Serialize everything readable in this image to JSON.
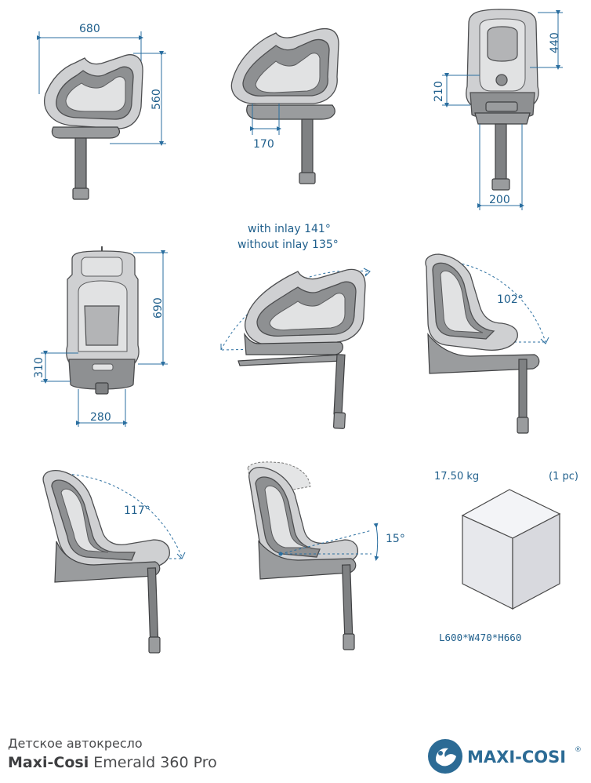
{
  "dimensions": {
    "width_top": "680",
    "height_side": "560",
    "depth_side": "170",
    "height_harness": "440",
    "seat_height_front": "210",
    "base_width": "200",
    "height_extended": "690",
    "seat_height_booster": "310",
    "seat_width": "280"
  },
  "recline": {
    "inlay_with": "with inlay 141°",
    "inlay_without": "without inlay 135°",
    "angle_102": "102°",
    "angle_117": "117°",
    "angle_15": "15°"
  },
  "package": {
    "weight": "17.50 kg",
    "quantity": "(1 pc)",
    "size": "L600*W470*H660"
  },
  "caption": {
    "category_ru": "Детское автокресло",
    "brand": "Maxi-Cosi",
    "model": "Emerald 360 Pro"
  },
  "logo": {
    "text": "MAXI-COSI",
    "registered": "®",
    "color": "#2c6b95"
  },
  "colors": {
    "accent": "#2b6fa0",
    "seat_fill": "#cfd0d2",
    "outline": "#4d4e50"
  }
}
